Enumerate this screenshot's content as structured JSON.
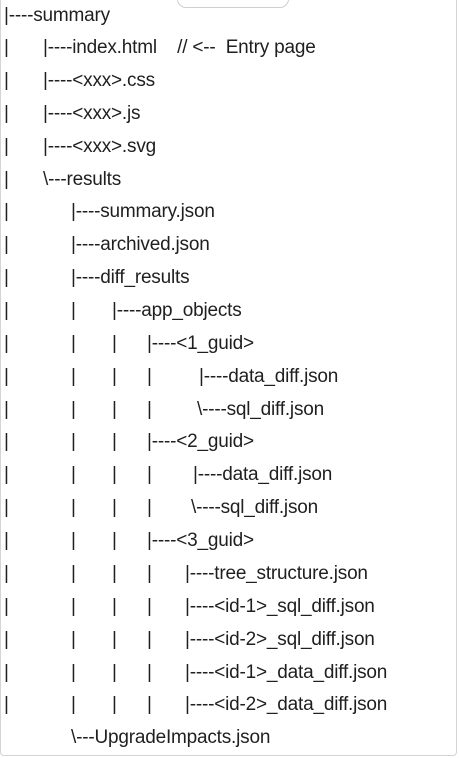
{
  "tree": {
    "lines": [
      {
        "segments": [
          "|----summary"
        ]
      },
      {
        "segments": [
          "|",
          "|----index.html    // <--  Entry page"
        ]
      },
      {
        "segments": [
          "|",
          "|----<xxx>.css"
        ]
      },
      {
        "segments": [
          "|",
          "|----<xxx>.js"
        ]
      },
      {
        "segments": [
          "|",
          "|----<xxx>.svg"
        ]
      },
      {
        "segments": [
          "|",
          "\\---results"
        ]
      },
      {
        "segments": [
          "|",
          "|----summary.json"
        ]
      },
      {
        "segments": [
          "|",
          "|----archived.json"
        ]
      },
      {
        "segments": [
          "|",
          "|----diff_results"
        ]
      },
      {
        "segments": [
          "|",
          "|",
          "|----app_objects"
        ]
      },
      {
        "segments": [
          "|",
          "|",
          "|",
          "|----<1_guid>"
        ]
      },
      {
        "segments": [
          "|",
          "|",
          "|",
          "|",
          "|----data_diff.json"
        ]
      },
      {
        "segments": [
          "|",
          "|",
          "|",
          "|",
          "\\----sql_diff.json"
        ]
      },
      {
        "segments": [
          "|",
          "|",
          "|",
          "|----<2_guid>"
        ]
      },
      {
        "segments": [
          "|",
          "|",
          "|",
          "|",
          "|----data_diff.json"
        ]
      },
      {
        "segments": [
          "|",
          "|",
          "|",
          "|",
          "\\----sql_diff.json"
        ]
      },
      {
        "segments": [
          "|",
          "|",
          "|",
          "|----<3_guid>"
        ]
      },
      {
        "segments": [
          "|",
          "|",
          "|",
          "|",
          "|----tree_structure.json"
        ]
      },
      {
        "segments": [
          "|",
          "|",
          "|",
          "|",
          "|----<id-1>_sql_diff.json"
        ]
      },
      {
        "segments": [
          "|",
          "|",
          "|",
          "|",
          "|----<id-2>_sql_diff.json"
        ]
      },
      {
        "segments": [
          "|",
          "|",
          "|",
          "|",
          "|----<id-1>_data_diff.json"
        ]
      },
      {
        "segments": [
          "|",
          "|",
          "|",
          "|",
          "|----<id-2>_data_diff.json"
        ]
      },
      {
        "segments": [
          "\\---UpgradeImpacts.json"
        ]
      }
    ]
  }
}
